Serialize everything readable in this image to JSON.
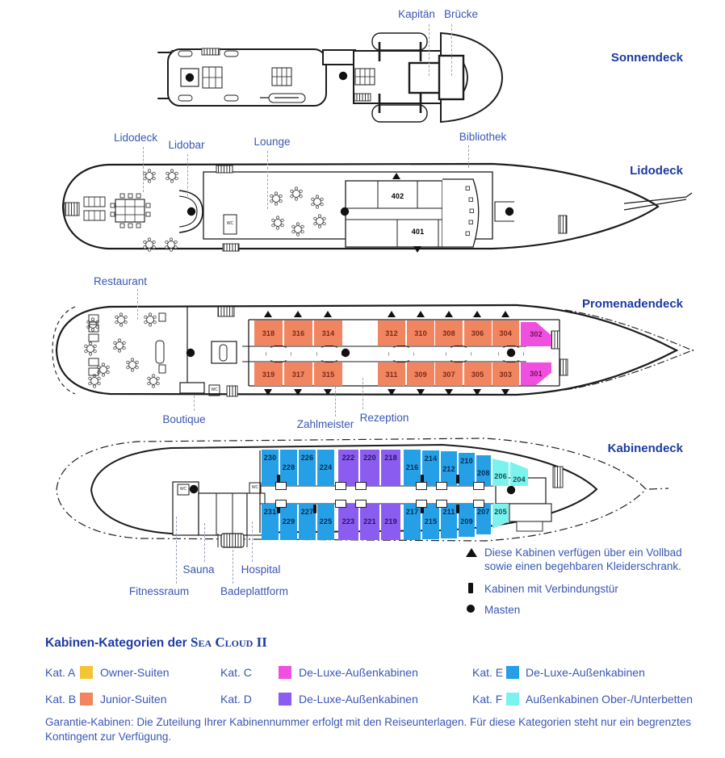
{
  "colors": {
    "label_blue": "#3a56b4",
    "title_blue": "#1d3ba3",
    "line_black": "#1c1c1c",
    "cat_colors": {
      "A": "#F4C437",
      "B": "#F1855F",
      "C": "#F04FDF",
      "D": "#8A5CEF",
      "E": "#259FE6",
      "F": "#7CF2EE"
    }
  },
  "wc_label": "WC",
  "decks": {
    "sonnendeck": {
      "title": "Sonnendeck",
      "callouts": {
        "kapitaen": "Kapitän",
        "bruecke": "Brücke"
      }
    },
    "lidodeck": {
      "title": "Lidodeck",
      "callouts": {
        "lidodeck": "Lidodeck",
        "lidobar": "Lidobar",
        "lounge": "Lounge",
        "bibliothek": "Bibliothek"
      },
      "cabins": [
        {
          "number": "402",
          "cat": "A"
        },
        {
          "number": "401",
          "cat": "A"
        }
      ]
    },
    "promenadendeck": {
      "title": "Promenadendeck",
      "callouts": {
        "restaurant": "Restaurant",
        "boutique": "Boutique",
        "zahlmeister": "Zahlmeister",
        "rezeption": "Rezeption"
      },
      "cabins_top": [
        {
          "number": "318",
          "cat": "B"
        },
        {
          "number": "316",
          "cat": "B"
        },
        {
          "number": "314",
          "cat": "B"
        },
        {
          "number": "312",
          "cat": "B"
        },
        {
          "number": "310",
          "cat": "B"
        },
        {
          "number": "308",
          "cat": "B"
        },
        {
          "number": "306",
          "cat": "B"
        },
        {
          "number": "304",
          "cat": "B"
        },
        {
          "number": "302",
          "cat": "C"
        }
      ],
      "cabins_bottom": [
        {
          "number": "319",
          "cat": "B"
        },
        {
          "number": "317",
          "cat": "B"
        },
        {
          "number": "315",
          "cat": "B"
        },
        {
          "number": "311",
          "cat": "B"
        },
        {
          "number": "309",
          "cat": "B"
        },
        {
          "number": "307",
          "cat": "B"
        },
        {
          "number": "305",
          "cat": "B"
        },
        {
          "number": "303",
          "cat": "B"
        },
        {
          "number": "301",
          "cat": "C"
        }
      ]
    },
    "kabinendeck": {
      "title": "Kabinendeck",
      "callouts": {
        "sauna": "Sauna",
        "hospital": "Hospital",
        "fitnessraum": "Fitnessraum",
        "badeplattform": "Badeplattform"
      },
      "cabins_top": [
        {
          "number": "230",
          "cat": "E"
        },
        {
          "number": "228",
          "cat": "E"
        },
        {
          "number": "226",
          "cat": "E"
        },
        {
          "number": "224",
          "cat": "E"
        },
        {
          "number": "222",
          "cat": "D"
        },
        {
          "number": "220",
          "cat": "D"
        },
        {
          "number": "218",
          "cat": "D"
        },
        {
          "number": "216",
          "cat": "E"
        },
        {
          "number": "214",
          "cat": "E"
        },
        {
          "number": "212",
          "cat": "E"
        },
        {
          "number": "210",
          "cat": "E"
        },
        {
          "number": "208",
          "cat": "E"
        },
        {
          "number": "206",
          "cat": "F"
        },
        {
          "number": "204",
          "cat": "F"
        }
      ],
      "cabins_bottom": [
        {
          "number": "231",
          "cat": "E"
        },
        {
          "number": "229",
          "cat": "E"
        },
        {
          "number": "227",
          "cat": "E"
        },
        {
          "number": "225",
          "cat": "E"
        },
        {
          "number": "223",
          "cat": "D"
        },
        {
          "number": "221",
          "cat": "D"
        },
        {
          "number": "219",
          "cat": "D"
        },
        {
          "number": "217",
          "cat": "E"
        },
        {
          "number": "215",
          "cat": "E"
        },
        {
          "number": "211",
          "cat": "E"
        },
        {
          "number": "209",
          "cat": "E"
        },
        {
          "number": "207",
          "cat": "E"
        },
        {
          "number": "205",
          "cat": "F"
        }
      ]
    }
  },
  "legend": {
    "vollbad_line1": "Diese Kabinen verfügen über ein Vollbad",
    "vollbad_line2": "sowie einen begehbaren Kleiderschrank.",
    "verbindungstuer": "Kabinen mit Verbindungstür",
    "masten": "Masten"
  },
  "categories_panel": {
    "title_prefix": "Kabinen-Kategorien der",
    "ship_name": "Sea Cloud II",
    "items": [
      {
        "kat": "Kat. A",
        "key": "A",
        "label": "Owner-Suiten"
      },
      {
        "kat": "Kat. B",
        "key": "B",
        "label": "Junior-Suiten"
      },
      {
        "kat": "Kat. C",
        "key": "C",
        "label": "De-Luxe-Außenkabinen"
      },
      {
        "kat": "Kat. D",
        "key": "D",
        "label": "De-Luxe-Außenkabinen"
      },
      {
        "kat": "Kat. E",
        "key": "E",
        "label": "De-Luxe-Außenkabinen"
      },
      {
        "kat": "Kat. F",
        "key": "F",
        "label": "Außenkabinen Ober-/Unterbetten"
      }
    ],
    "note": "Garantie-Kabinen: Die Zuteilung Ihrer Kabinennummer erfolgt mit den Reiseunterlagen. Für diese Kategorien steht nur ein begrenztes Kontingent zur Verfügung."
  }
}
